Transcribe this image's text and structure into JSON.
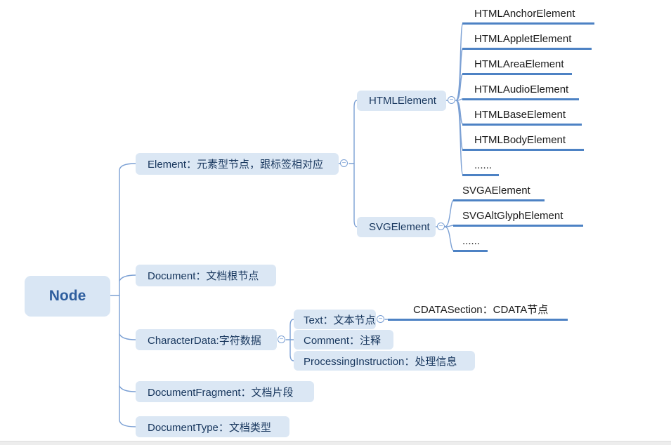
{
  "nodes": {
    "root": "Node",
    "element": "Element：元素型节点，跟标签相对应",
    "htmlElement": "HTMLElement",
    "htmlChildren": [
      "HTMLAnchorElement",
      "HTMLAppletElement",
      "HTMLAreaElement",
      "HTMLAudioElement",
      "HTMLBaseElement",
      "HTMLBodyElement",
      "......"
    ],
    "svgElement": "SVGElement",
    "svgChildren": [
      "SVGAElement",
      "SVGAltGlyphElement",
      "......"
    ],
    "document": "Document：文档根节点",
    "characterData": "CharacterData:字符数据",
    "text": "Text：文本节点",
    "cdataSection": "CDATASection：CDATA节点",
    "comment": "Comment：注释",
    "processingInstruction": "ProcessingInstruction：处理信息",
    "documentFragment": "DocumentFragment：文档片段",
    "documentType": "DocumentType：文档类型"
  },
  "icons": {
    "collapse": "−"
  },
  "colors": {
    "node_fill": "#dbe7f4",
    "node_text": "#17365d",
    "root_text": "#2e5e9e",
    "branch_line": "#7ba0d4",
    "leaf_underline": "#4d82c4"
  }
}
